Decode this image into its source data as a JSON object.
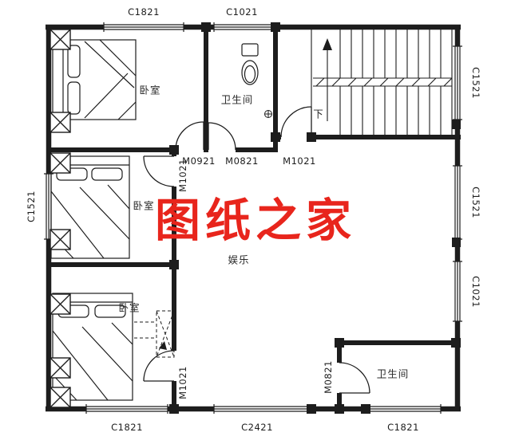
{
  "windows": {
    "top_left": "C1821",
    "top_mid": "C1021",
    "right_top": "C1521",
    "right_mid": "C1521",
    "right_low": "C1021",
    "left_mid": "C1521",
    "bottom_left": "C1821",
    "bottom_mid": "C2421",
    "bottom_right": "C1821"
  },
  "doors": {
    "bedroom1": "M0921",
    "bath_top": "M0821",
    "stair_hall": "M1021",
    "bedroom2": "M1021",
    "bedroom3": "M1021",
    "bath_bottom": "M0821"
  },
  "rooms": {
    "bedroom1": "卧室",
    "bath_top": "卫生间",
    "bedroom2": "卧室",
    "bedroom3": "卧室",
    "hall": "娱乐",
    "bath_bottom": "卫生间",
    "stair_down": "下"
  },
  "watermark": {
    "text": "图纸之家",
    "color": "#e8251c"
  },
  "colors": {
    "line": "#1d1d1d",
    "background": "#ffffff"
  }
}
